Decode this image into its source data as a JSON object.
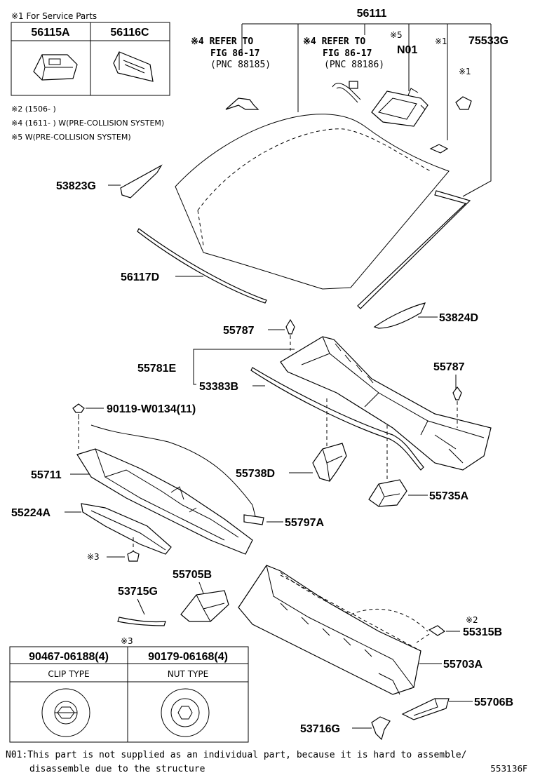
{
  "labels": {
    "p56111": "56111",
    "p75533g": "75533G",
    "pN01": "N01",
    "p53823g": "53823G",
    "p56117d": "56117D",
    "p53824d": "53824D",
    "p55787a": "55787",
    "p55787b": "55787",
    "p55781e": "55781E",
    "p53383b": "53383B",
    "p90119": "90119-W0134(11)",
    "p55711": "55711",
    "p55738d": "55738D",
    "p55735a": "55735A",
    "p55224a": "55224A",
    "p55797a": "55797A",
    "p55705b": "55705B",
    "p53715g": "53715G",
    "p55315b": "55315B",
    "p55703a": "55703A",
    "p55706b": "55706B",
    "p53716g": "53716G"
  },
  "refs": {
    "ref1": {
      "mark": "※4",
      "line1": "REFER TO",
      "line2": "FIG 86-17",
      "line3": "(PNC 88185)"
    },
    "ref2": {
      "mark": "※4",
      "line1": "REFER TO",
      "line2": "FIG 86-17",
      "line3": "(PNC 88186)"
    }
  },
  "marks": {
    "m5": "※5",
    "m1a": "※1",
    "m1b": "※1",
    "m3": "※3",
    "m2": "※2",
    "m3table": "※3"
  },
  "service_box": {
    "title": "※1 For Service Parts",
    "col1": "56115A",
    "col2": "56116C"
  },
  "notes": {
    "n1": "※2 (1506-      )",
    "n2": "※4 (1611-      ) W(PRE-COLLISION SYSTEM)",
    "n3": "※5 W(PRE-COLLISION SYSTEM)"
  },
  "clip_table": {
    "h1": "90467-06188(4)",
    "h2": "90179-06168(4)",
    "t1": "CLIP TYPE",
    "t2": "NUT TYPE"
  },
  "footer": {
    "line1": "N01:This part is not supplied as an individual part,  because it is hard to assemble/",
    "line2": "disassemble due to the structure",
    "figure_id": "553136F"
  }
}
